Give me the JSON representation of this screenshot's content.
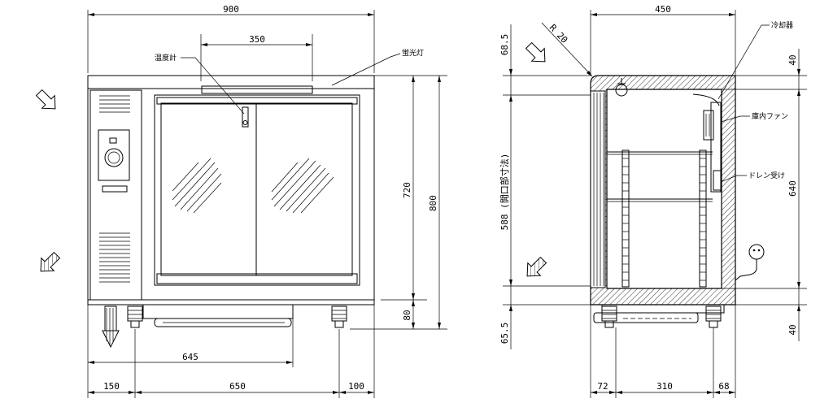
{
  "front_view": {
    "dims": {
      "overall_width": "900",
      "door_width": "350",
      "door_height": "720",
      "overall_height": "800",
      "leg_height": "80",
      "drain_position": "645",
      "bottom_left": "150",
      "bottom_middle": "650",
      "bottom_right": "100"
    },
    "labels": {
      "thermometer": "温度計",
      "fluorescent_lamp": "蛍光灯"
    }
  },
  "side_view": {
    "dims": {
      "overall_depth": "450",
      "radius": "R 20",
      "top_offset": "68.5",
      "opening_height": "588 (開口部寸法)",
      "bottom_offset": "65.5",
      "top_insulation": "40",
      "inner_height": "640",
      "bottom_insulation": "40",
      "bottom_left": "72",
      "bottom_middle": "310",
      "bottom_right": "68"
    },
    "labels": {
      "cooler": "冷却器",
      "fan": "庫内ファン",
      "drain_pan": "ドレン受け"
    }
  }
}
